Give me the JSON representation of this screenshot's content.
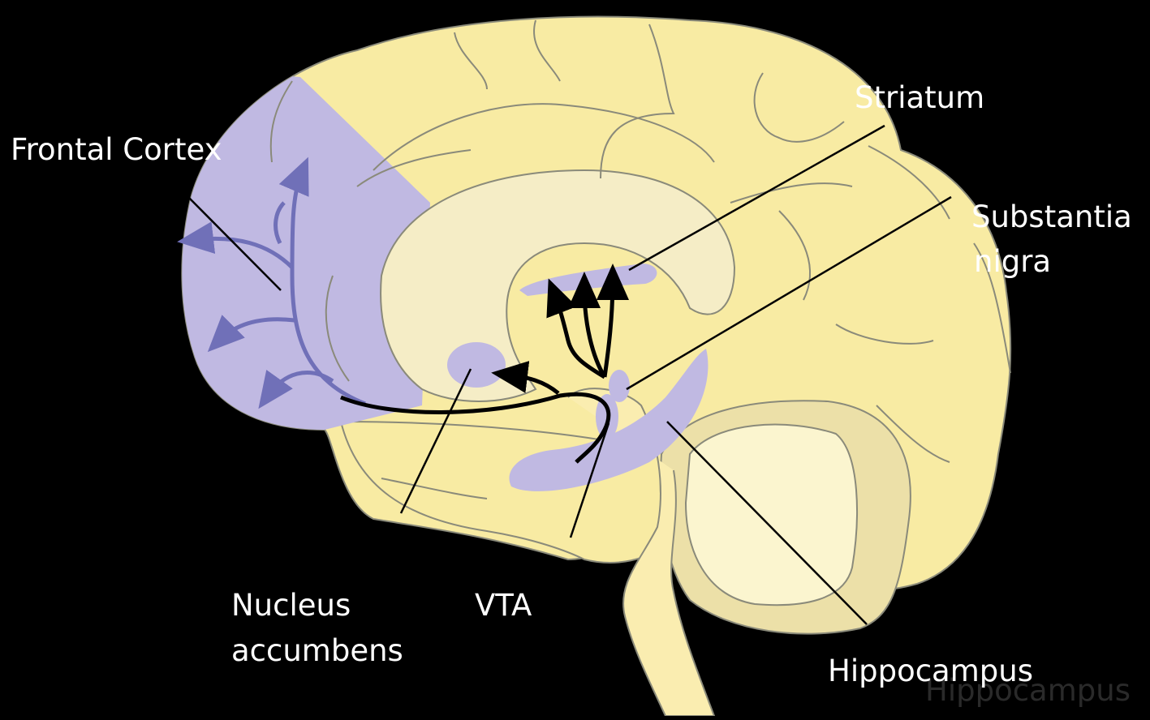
{
  "labels": {
    "frontal_cortex": "Frontal Cortex",
    "striatum": "Striatum",
    "substantia_nigra_1": "Substantia",
    "substantia_nigra_2": "nigra",
    "nucleus_accumbens_1": "Nucleus",
    "nucleus_accumbens_2": "accumbens",
    "vta": "VTA",
    "hippocampus": "Hippocampus"
  },
  "colors": {
    "background": "#000000",
    "brain_fill": "#f8eba3",
    "inner_fill": "#f5edc6",
    "highlight": "#c0b9e2",
    "cerebellum": "#ece0a8",
    "outline": "#8a8a7a",
    "pathway": "#000000",
    "frontal_pathway": "#7070b8"
  }
}
